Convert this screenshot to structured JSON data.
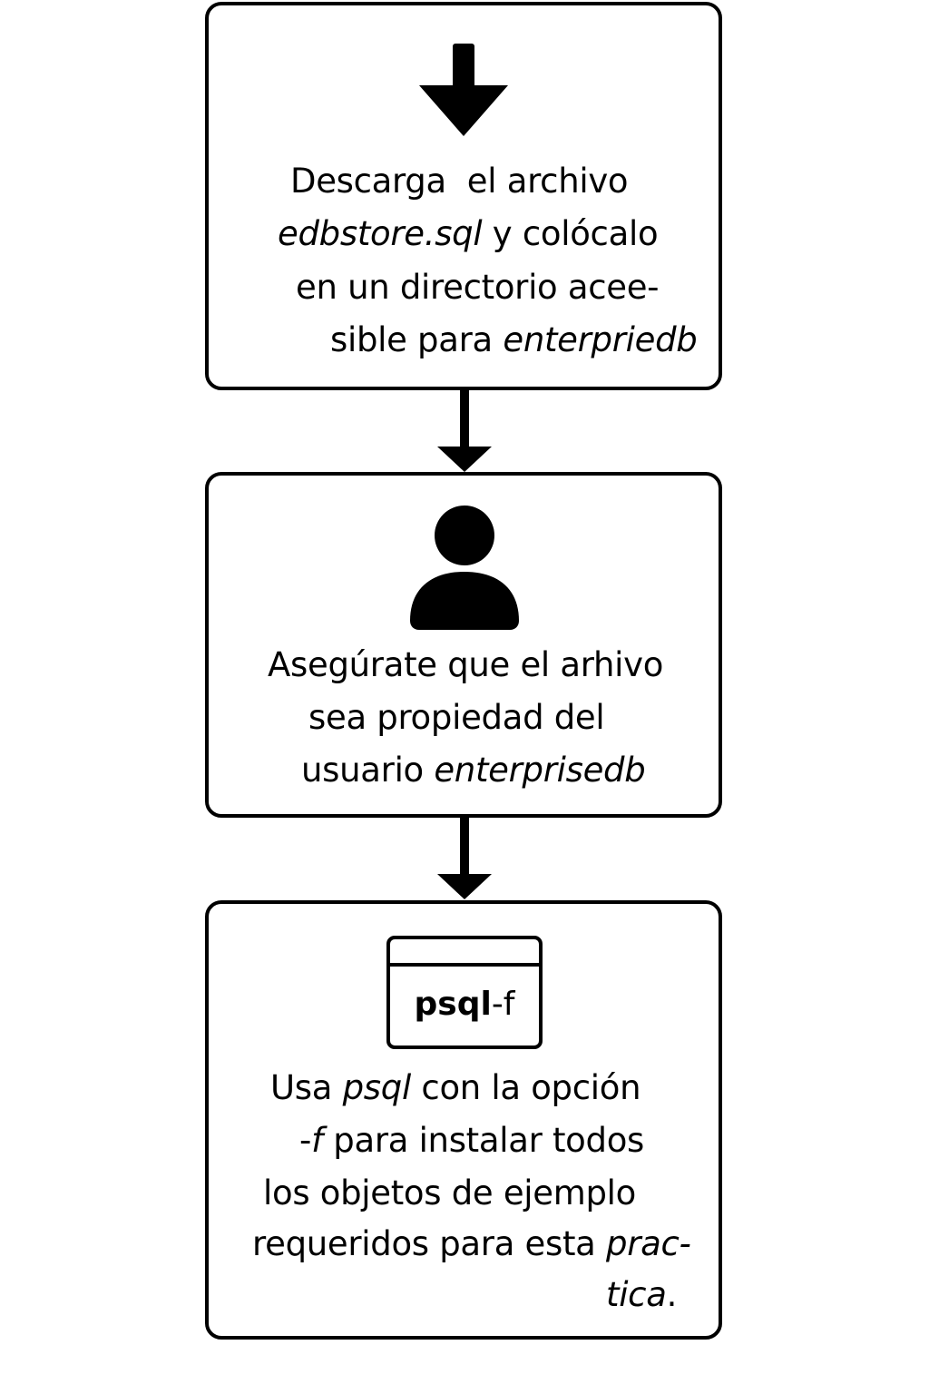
{
  "steps": [
    {
      "icon": "download-arrow-icon",
      "lines": [
        [
          {
            "t": "Descarga  el archivo",
            "i": false
          }
        ],
        [
          {
            "t": "edbstore.sql",
            "i": true
          },
          {
            "t": " y colócalo",
            "i": false
          }
        ],
        [
          {
            "t": "en un directorio acee-",
            "i": false
          }
        ],
        [
          {
            "t": "sible para ",
            "i": false
          },
          {
            "t": "enterpriedb",
            "i": true
          }
        ]
      ]
    },
    {
      "icon": "user-icon",
      "lines": [
        [
          {
            "t": "Asegúrate que el ar",
            "i": false
          },
          {
            "t": "hivo",
            "i": false
          }
        ],
        [
          {
            "t": "sea propiedad del",
            "i": false
          }
        ],
        [
          {
            "t": "usuario ",
            "i": false
          },
          {
            "t": "enterprisedb",
            "i": true
          }
        ]
      ]
    },
    {
      "icon": "terminal-window-icon",
      "icon_text_bold": "psql",
      "icon_text_normal": "-f",
      "lines": [
        [
          {
            "t": "Usa ",
            "i": false
          },
          {
            "t": "psql",
            "i": true
          },
          {
            "t": " con la opción",
            "i": false
          }
        ],
        [
          {
            "t": "-",
            "i": false
          },
          {
            "t": "f",
            "i": true
          },
          {
            "t": " para instalar todos",
            "i": false
          }
        ],
        [
          {
            "t": "los objetos de ejemplo",
            "i": false
          }
        ],
        [
          {
            "t": "requeridos para esta ",
            "i": false
          },
          {
            "t": "prac-",
            "i": true
          }
        ],
        [
          {
            "t": "tica",
            "i": true
          },
          {
            "t": ".",
            "i": false
          }
        ]
      ]
    }
  ],
  "colors": {
    "stroke": "#000000",
    "background": "#ffffff"
  }
}
